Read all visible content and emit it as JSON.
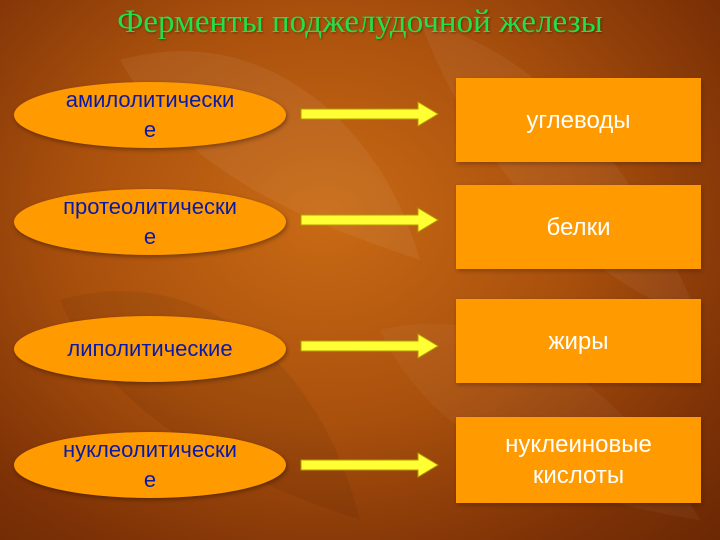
{
  "title": "Ферменты поджелудочной железы",
  "rows": [
    {
      "enzyme": "амилолитические",
      "substrate": "углеводы"
    },
    {
      "enzyme": "протеолитические",
      "substrate": "белки"
    },
    {
      "enzyme": "липолитические",
      "substrate": "жиры"
    },
    {
      "enzyme": "нуклеолитические",
      "substrate": "нуклеиновые кислоты"
    }
  ],
  "colors": {
    "title": "#22e04a",
    "shape_fill": "#ff9a00",
    "enzyme_text": "#0a1aa8",
    "substrate_text": "#ffffff",
    "arrow": "#ffff33"
  },
  "icons": {
    "arrow": "right-arrow-icon"
  }
}
